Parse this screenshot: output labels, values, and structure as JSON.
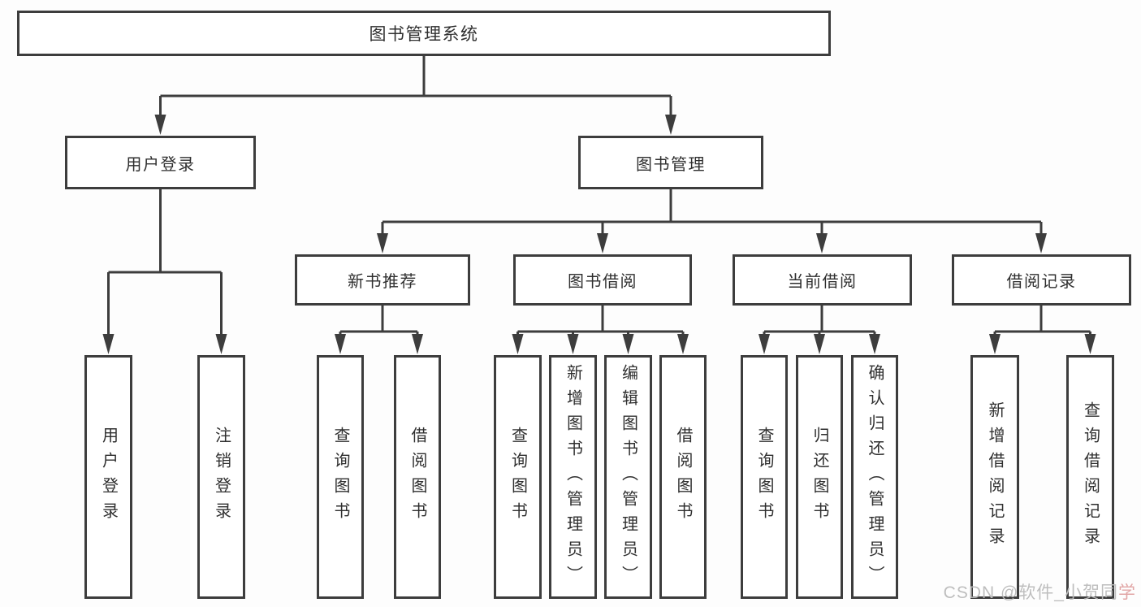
{
  "tree": {
    "label": "图书管理系统",
    "children": [
      {
        "label": "用户登录",
        "children": [
          {
            "label": "用户登录"
          },
          {
            "label": "注销登录"
          }
        ]
      },
      {
        "label": "图书管理",
        "children": [
          {
            "label": "新书推荐",
            "children": [
              {
                "label": "查询图书"
              },
              {
                "label": "借阅图书"
              }
            ]
          },
          {
            "label": "图书借阅",
            "children": [
              {
                "label": "查询图书"
              },
              {
                "label": "新增图书（管理员）"
              },
              {
                "label": "编辑图书（管理员）"
              },
              {
                "label": "借阅图书"
              }
            ]
          },
          {
            "label": "当前借阅",
            "children": [
              {
                "label": "查询图书"
              },
              {
                "label": "归还图书"
              },
              {
                "label": "确认归还（管理员）"
              }
            ]
          },
          {
            "label": "借阅记录",
            "children": [
              {
                "label": "新增借阅记录"
              },
              {
                "label": "查询借阅记录"
              }
            ]
          }
        ]
      }
    ]
  },
  "watermark": {
    "text": "CSDN @软件_小贺同",
    "text_accent": "学"
  },
  "colors": {
    "line": "#3d3d3d",
    "text": "#2f2f2f",
    "box_background": "#ffffff",
    "watermark": "#bababa"
  }
}
